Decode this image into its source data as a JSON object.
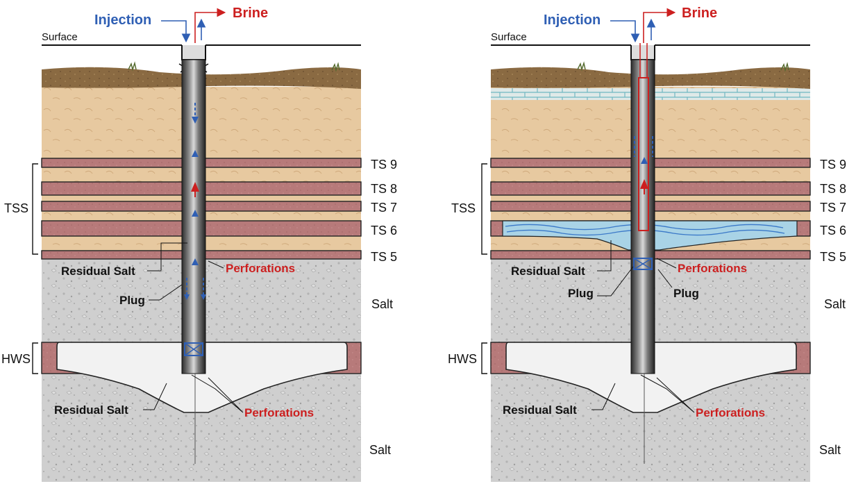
{
  "panels": [
    {
      "id": "left",
      "header": {
        "injection": "Injection",
        "brine": "Brine"
      },
      "surface": "Surface",
      "layers": [
        "TS 9",
        "TS 8",
        "TS 7",
        "TS 6",
        "TS 5"
      ],
      "group_tss": "TSS",
      "group_hws": "HWS",
      "labels": {
        "residual_salt_upper": "Residual Salt",
        "plug": "Plug",
        "perforations_upper": "Perforations",
        "salt_upper": "Salt",
        "residual_salt_lower": "Residual Salt",
        "perforations_lower": "Perforations",
        "salt_lower": "Salt"
      }
    },
    {
      "id": "right",
      "header": {
        "injection": "Injection",
        "brine": "Brine"
      },
      "surface": "Surface",
      "layers": [
        "TS 9",
        "TS 8",
        "TS 7",
        "TS 6",
        "TS 5"
      ],
      "group_tss": "TSS",
      "group_hws": "HWS",
      "labels": {
        "residual_salt_upper": "Residual Salt",
        "plug_left": "Plug",
        "plug_right": "Plug",
        "perforations_upper": "Perforations",
        "salt_upper": "Salt",
        "residual_salt_lower": "Residual Salt",
        "perforations_lower": "Perforations",
        "salt_lower": "Salt"
      }
    }
  ],
  "colors": {
    "injection": "#2f5fb4",
    "brine": "#cc1f1f",
    "topsoil": "#8a6a42",
    "sand": "#e7c9a0",
    "interbed": "#b77a7a",
    "salt": "#cfcfcf",
    "cavern": "#f2f2f2",
    "water": "#a9d3e6"
  }
}
